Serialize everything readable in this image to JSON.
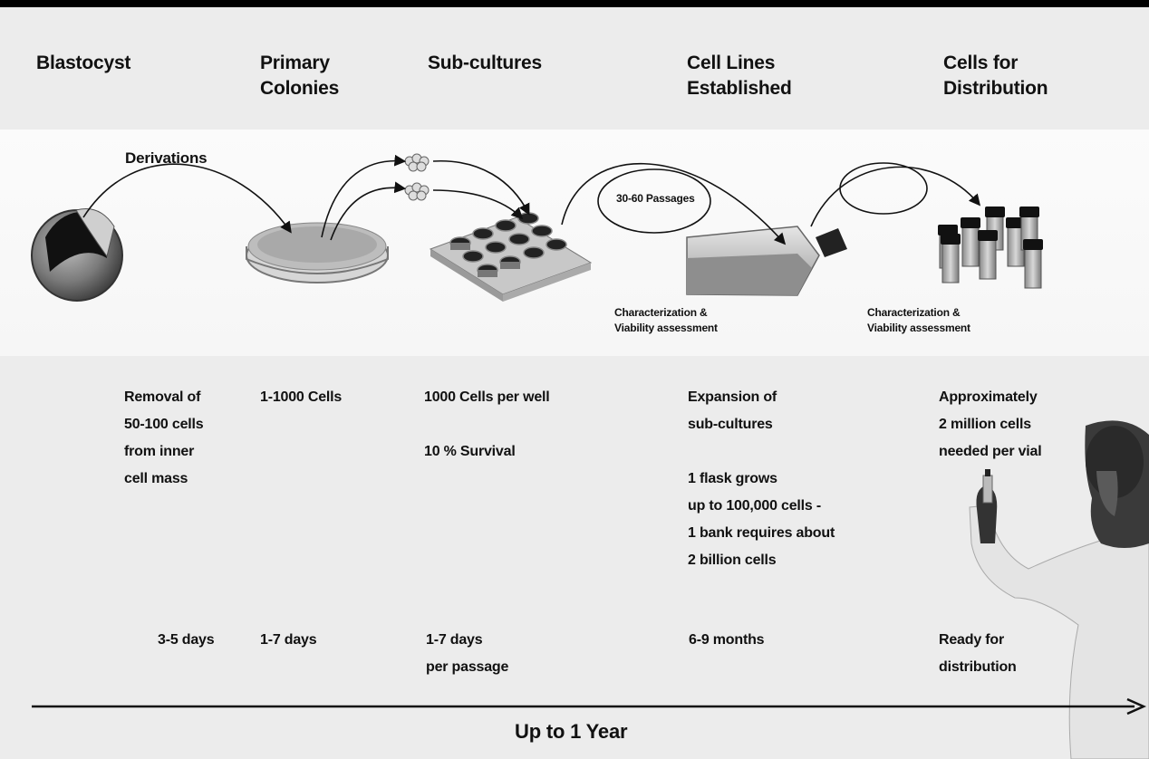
{
  "stages": [
    {
      "id": "blastocyst",
      "title": "Blastocyst",
      "details": "Removal of\n50-100 cells\nfrom inner\ncell mass",
      "duration": "3-5 days"
    },
    {
      "id": "primary-colonies",
      "title": "Primary\nColonies",
      "details": "1-1000 Cells",
      "duration": "1-7 days"
    },
    {
      "id": "sub-cultures",
      "title": "Sub-cultures",
      "details": "1000 Cells per well\n\n10 % Survival",
      "duration": "1-7 days\nper passage"
    },
    {
      "id": "cell-lines",
      "title": "Cell Lines\nEstablished",
      "details": "Expansion of\nsub-cultures\n\n1 flask grows\nup to 100,000 cells -\n1 bank requires about\n2 billion cells",
      "duration": "6-9 months"
    },
    {
      "id": "cells-distribution",
      "title": "Cells for\nDistribution",
      "details": "Approximately\n2 million cells\nneeded per vial",
      "duration": "Ready for\ndistribution"
    }
  ],
  "annotations": {
    "derivations": "Derivations",
    "passages": "30-60 Passages",
    "characterization_1": "Characterization &\nViability assessment",
    "characterization_2": "Characterization &\nViability assessment"
  },
  "timeline": {
    "label": "Up to 1 Year"
  }
}
